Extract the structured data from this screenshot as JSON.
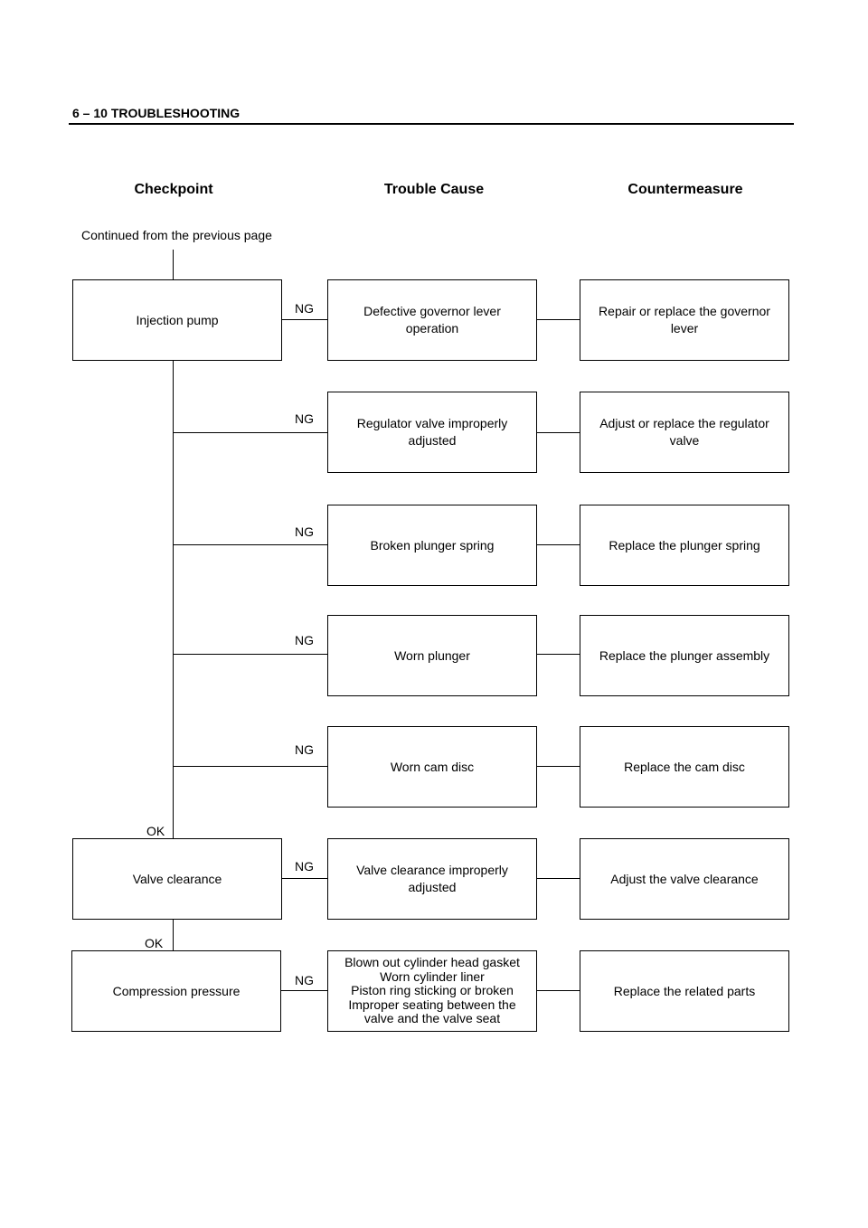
{
  "header": {
    "title": "6 – 10  TROUBLESHOOTING"
  },
  "columns": {
    "checkpoint": "Checkpoint",
    "cause": "Trouble Cause",
    "measure": "Countermeasure"
  },
  "continued": "Continued from the previous page",
  "labels": {
    "ng": "NG",
    "ok": "OK"
  },
  "checkpoints": [
    "Injection pump",
    "Valve clearance",
    "Compression pressure"
  ],
  "rows": [
    {
      "cause": "Defective governor lever\noperation",
      "measure": "Repair or replace the governor\nlever"
    },
    {
      "cause": "Regulator valve improperly\nadjusted",
      "measure": "Adjust or replace the regulator\nvalve"
    },
    {
      "cause": "Broken plunger spring",
      "measure": "Replace the plunger spring"
    },
    {
      "cause": "Worn plunger",
      "measure": "Replace the plunger assembly"
    },
    {
      "cause": "Worn cam disc",
      "measure": "Replace the cam disc"
    },
    {
      "cause": "Valve clearance improperly\nadjusted",
      "measure": "Adjust the valve clearance"
    },
    {
      "cause": "Blown out cylinder head gasket\nWorn cylinder liner\nPiston ring sticking or broken\nImproper seating between the\nvalve and the valve seat",
      "measure": "Replace the related parts"
    }
  ]
}
